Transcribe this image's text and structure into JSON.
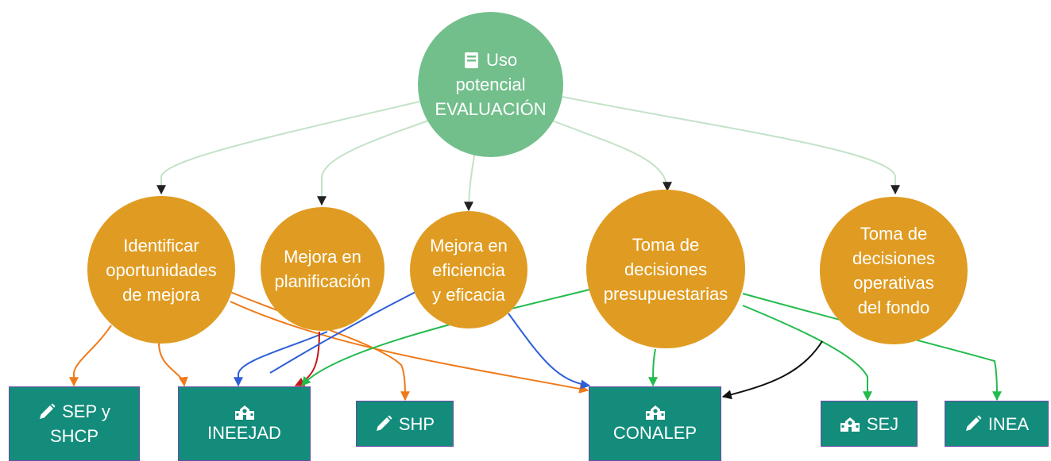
{
  "root": {
    "icon": "book-icon",
    "line1": "Uso",
    "line2": "potencial",
    "line3": "EVALUACIÓN",
    "color": "#72bf8c"
  },
  "uses": {
    "color": "#e09c22",
    "identificar": [
      "Identificar",
      "oportunidades",
      "de mejora"
    ],
    "planificacion": [
      "Mejora en",
      "planificación"
    ],
    "eficiencia": [
      "Mejora en",
      "eficiencia",
      "y eficacia"
    ],
    "presupuestarias": [
      "Toma de",
      "decisiones",
      "presupuestarias"
    ],
    "operativas": [
      "Toma de",
      "decisiones",
      "operativas",
      "del fondo"
    ]
  },
  "actors": {
    "color": "#138c7b",
    "sep_shcp": {
      "icon": "pencil-icon",
      "line1": "SEP y",
      "line2": "SHCP"
    },
    "ineejad": {
      "icon": "school-icon",
      "label": "INEEJAD"
    },
    "shp": {
      "icon": "pencil-icon",
      "label": "SHP"
    },
    "conalep": {
      "icon": "school-icon",
      "label": "CONALEP"
    },
    "sej": {
      "icon": "school-icon",
      "label": "SEJ"
    },
    "inea": {
      "icon": "pencil-icon",
      "label": "INEA"
    }
  },
  "edge_colors": {
    "root": "#c3e2c8",
    "identificar": "#ef7a1a",
    "planificacion_a": "#2f5fd8",
    "planificacion_b": "#c41818",
    "eficiencia": "#2f5fd8",
    "presupuestarias": "#22bb4c",
    "operativas": "#22bb4c",
    "black": "#111111"
  }
}
